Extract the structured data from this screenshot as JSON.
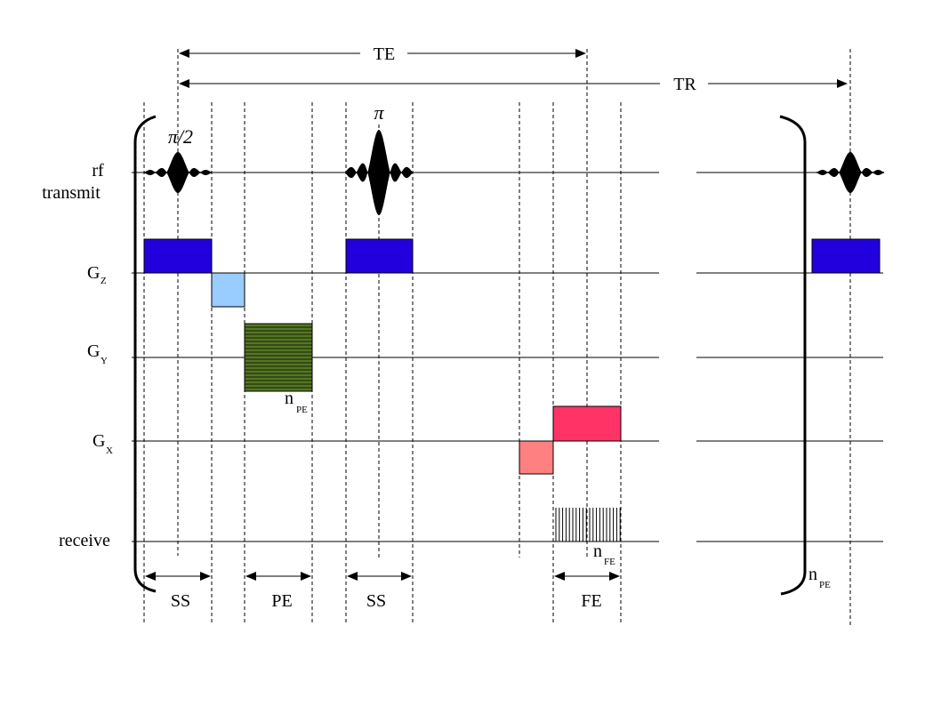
{
  "title_arrows": {
    "te": "TE",
    "tr": "TR"
  },
  "pulses": {
    "excitation": "π/2",
    "refocus": "π"
  },
  "axes": {
    "rf": "rf",
    "transmit": "transmit",
    "gz_main": "G",
    "gz_sub": "Z",
    "gy_main": "G",
    "gy_sub": "Y",
    "gx_main": "G",
    "gx_sub": "X",
    "receive": "receive"
  },
  "annotations": {
    "n": "n",
    "pe_sub": "PE",
    "fe_sub": "FE"
  },
  "segments": {
    "ss1": "SS",
    "pe": "PE",
    "ss2": "SS",
    "fe": "FE"
  },
  "colors": {
    "slice_select": "#2200dd",
    "slice_rephase": "#99ccff",
    "phase_encode": "#557722",
    "readout_prephase": "#ff8080",
    "readout": "#ff3366"
  }
}
